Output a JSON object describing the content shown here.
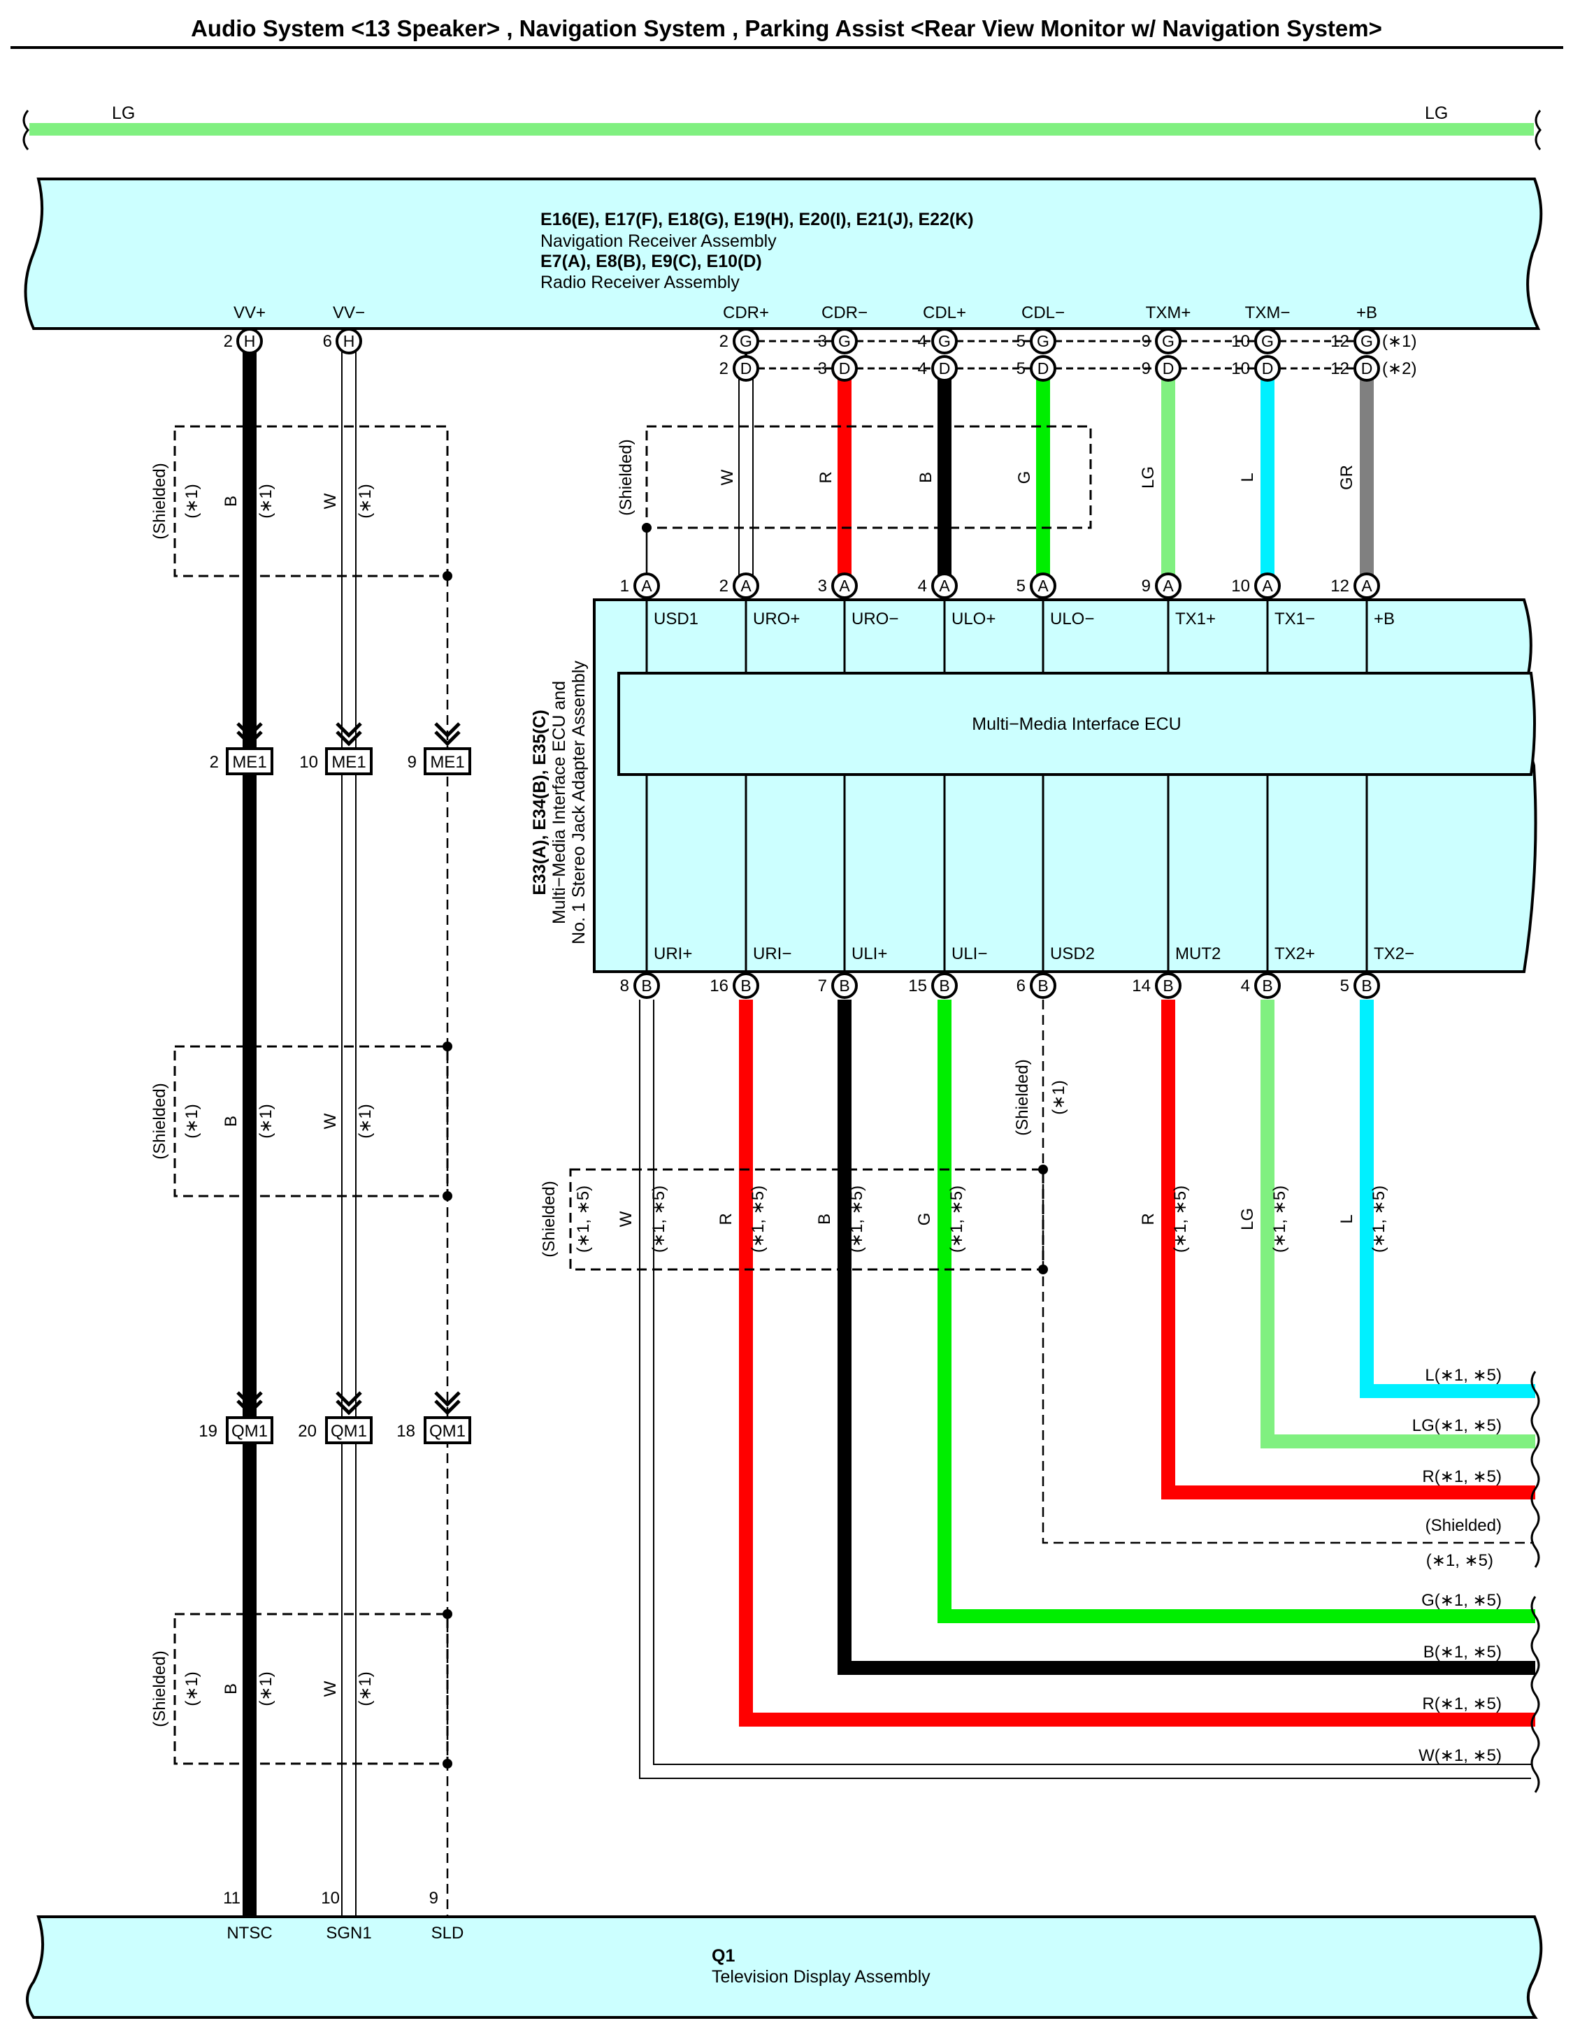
{
  "title": "Audio System <13 Speaker> , Navigation System , Parking Assist <Rear View Monitor w/ Navigation System>",
  "colors": {
    "R": "#ff0000",
    "B": "#000000",
    "G": "#00ee00",
    "LG": "#80f080",
    "L": "#00f0ff",
    "GR": "#808080",
    "W": "#ffffff",
    "box_fill": "#ccffff"
  },
  "top_bus": {
    "left_label": "LG",
    "right_label": "LG"
  },
  "nav_receiver": {
    "line1": "E16(E), E17(F), E18(G), E19(H), E20(I), E21(J), E22(K)",
    "line2": "Navigation Receiver Assembly",
    "line3": "E7(A), E8(B), E9(C), E10(D)",
    "line4": "Radio Receiver Assembly",
    "terminals": [
      "VV+",
      "VV−",
      "CDR+",
      "CDR−",
      "CDL+",
      "CDL−",
      "TXM+",
      "TXM−",
      "+B"
    ],
    "vv_pins": [
      "2",
      "H",
      "6",
      "H"
    ],
    "g_row_pins": [
      "2",
      "3",
      "4",
      "5",
      "9",
      "10",
      "12"
    ],
    "g_row_letter": "G",
    "d_row_letter": "D",
    "g_row_note": "(∗1)",
    "d_row_note": "(∗2)"
  },
  "upper_wires": {
    "shielded": "(Shielded)",
    "colors": [
      "W",
      "R",
      "B",
      "G",
      "LG",
      "L",
      "GR"
    ]
  },
  "mmi_ecu": {
    "side_line1": "E33(A), E34(B), E35(C)",
    "side_line2": "Multi−Media Interface ECU and",
    "side_line3": "No. 1 Stereo Jack Adapter Assembly",
    "inner_label": "Multi−Media Interface ECU",
    "top_terminals": [
      "USD1",
      "URO+",
      "URO−",
      "ULO+",
      "ULO−",
      "TX1+",
      "TX1−",
      "+B"
    ],
    "top_pins": [
      "1",
      "2",
      "3",
      "4",
      "5",
      "9",
      "10",
      "12"
    ],
    "top_letter": "A",
    "bottom_terminals": [
      "URI+",
      "URI−",
      "ULI+",
      "ULI−",
      "USD2",
      "MUT2",
      "TX2+",
      "TX2−"
    ],
    "bottom_pins": [
      "8",
      "16",
      "7",
      "15",
      "6",
      "14",
      "4",
      "5"
    ],
    "bottom_letter": "B"
  },
  "left_wires": {
    "shielded": "(Shielded)",
    "note": "(∗1)",
    "colors": [
      "B",
      "W"
    ],
    "me1": {
      "label": "ME1",
      "pins": [
        "2",
        "10",
        "9"
      ]
    },
    "qm1": {
      "label": "QM1",
      "pins": [
        "19",
        "20",
        "18"
      ]
    }
  },
  "lower_wires": {
    "shielded": "(Shielded)",
    "note_15": "(∗1, ∗5)",
    "note_1": "(∗1)",
    "group_colors": [
      "W",
      "R",
      "B",
      "G"
    ],
    "right_colors": [
      "R",
      "LG",
      "L"
    ]
  },
  "right_exits": [
    "L(∗1, ∗5)",
    "LG(∗1, ∗5)",
    "R(∗1, ∗5)",
    "(Shielded)",
    "(∗1, ∗5)",
    "G(∗1, ∗5)",
    "B(∗1, ∗5)",
    "R(∗1, ∗5)",
    "W(∗1, ∗5)"
  ],
  "tv_display": {
    "pins": [
      "11",
      "10",
      "9"
    ],
    "terminals": [
      "NTSC",
      "SGN1",
      "SLD"
    ],
    "line1": "Q1",
    "line2": "Television Display Assembly"
  }
}
